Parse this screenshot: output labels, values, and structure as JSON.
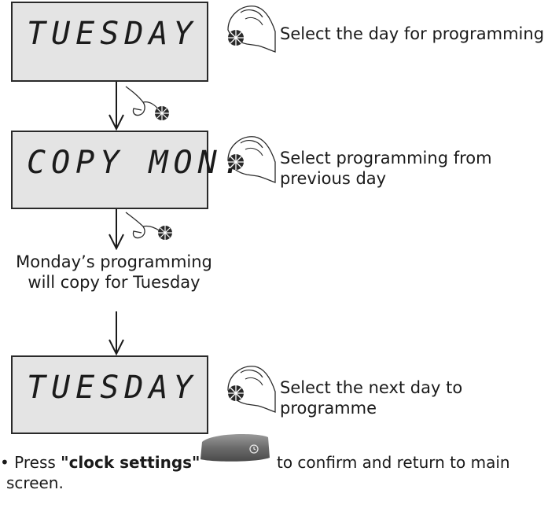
{
  "steps": [
    {
      "display": "TUESDAY",
      "label": "Select the day for programming"
    },
    {
      "display": "COPY MON.",
      "label_line1": "Select programming from",
      "label_line2": "previous day"
    },
    {
      "display": "TUESDAY",
      "label_line1": "Select the next day to",
      "label_line2": "programme"
    }
  ],
  "copy_note": {
    "line1": "Monday’s programming",
    "line2": "will copy for Tuesday"
  },
  "footer": {
    "bullet": "•",
    "press": "Press",
    "button_name": "\"clock settings\"",
    "rest": "to confirm and return to main",
    "line2": "screen."
  },
  "icons": [
    "hand-turning-knob-icon",
    "hand-pressing-knob-icon",
    "clock-settings-button-icon"
  ],
  "colors": {
    "lcd_background": "#e4e4e4",
    "lcd_border": "#2a2a2a",
    "button": "#6b6b6b"
  }
}
